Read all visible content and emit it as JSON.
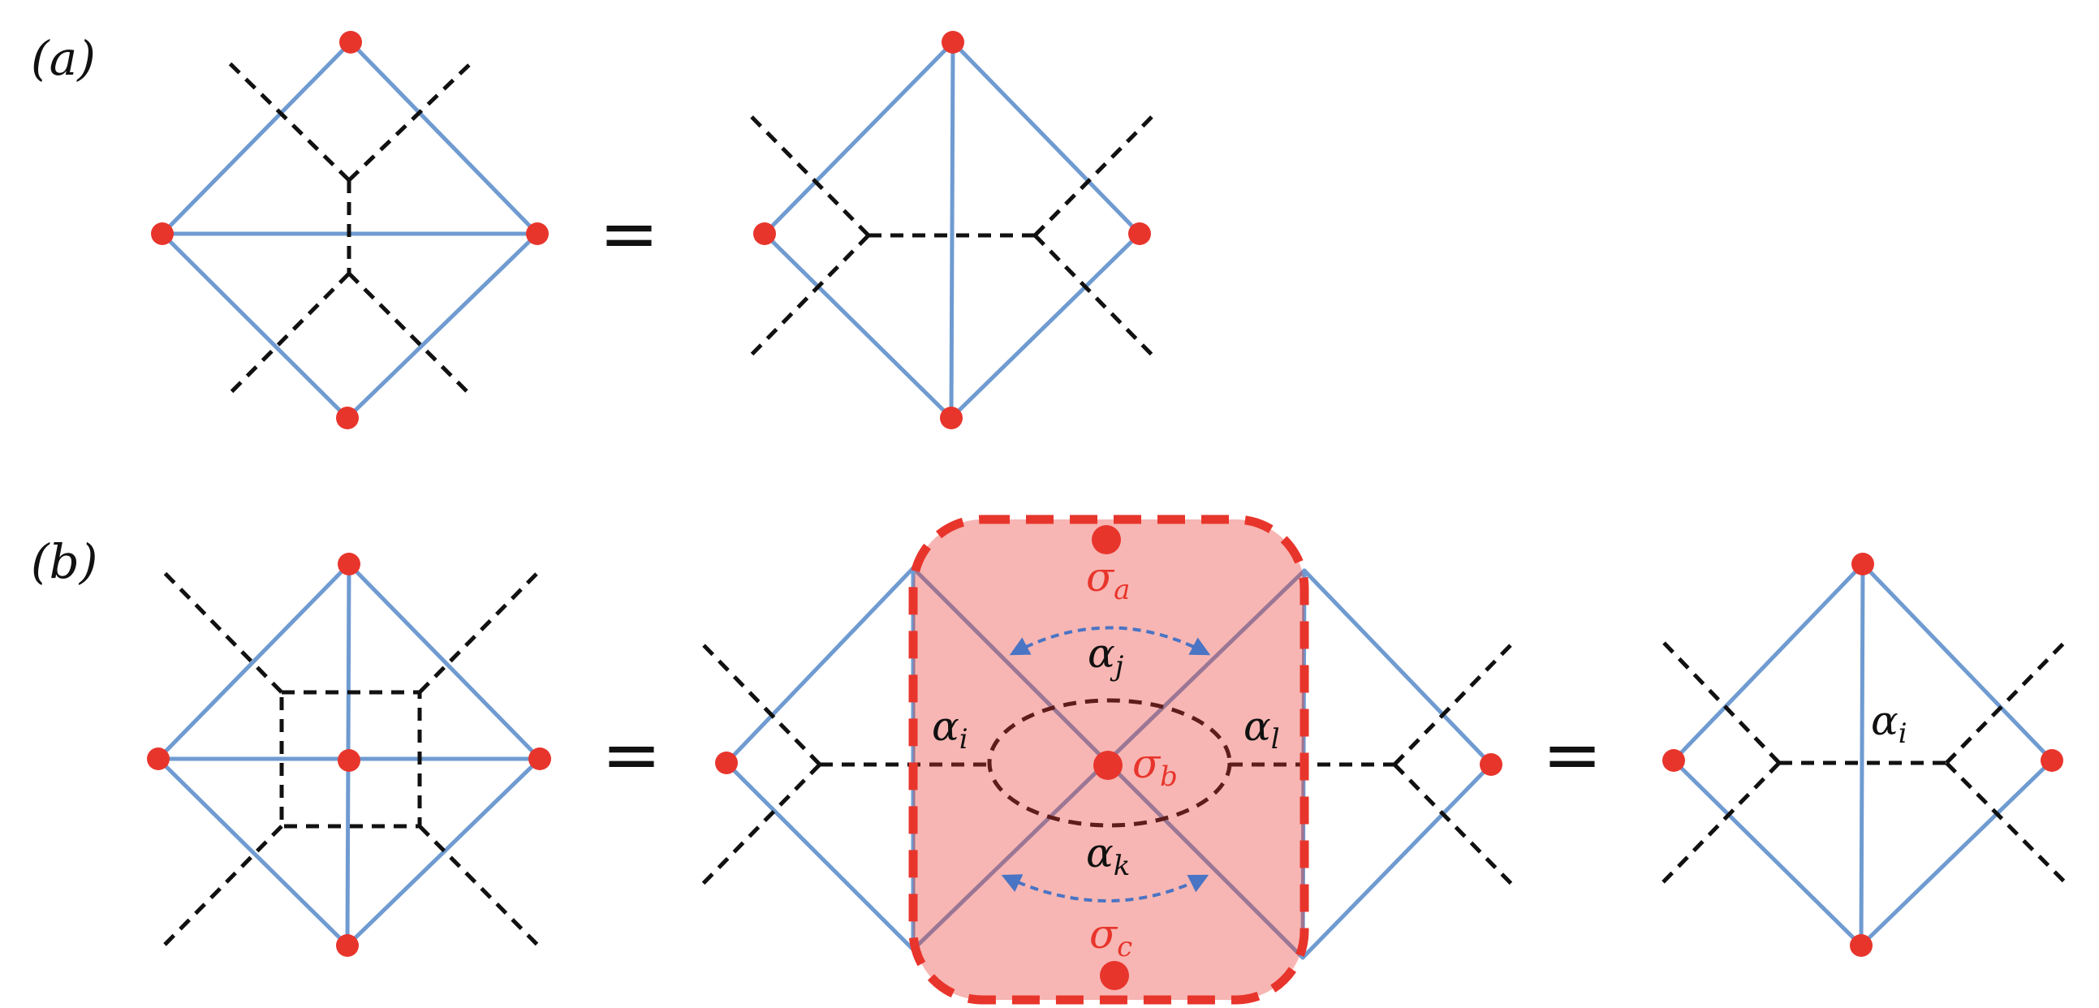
{
  "panels": {
    "a": {
      "label": "(a)"
    },
    "b": {
      "label": "(b)"
    }
  },
  "equals_sign": "=",
  "symbols": {
    "sigma_a": "σ",
    "sigma_a_sub": "a",
    "sigma_b": "σ",
    "sigma_b_sub": "b",
    "sigma_c": "σ",
    "sigma_c_sub": "c",
    "alpha_i": "α",
    "alpha_i_sub": "i",
    "alpha_j": "α",
    "alpha_j_sub": "j",
    "alpha_k": "α",
    "alpha_k_sub": "k",
    "alpha_l": "α",
    "alpha_l_sub": "l",
    "alpha_i_right": "α",
    "alpha_i_right_sub": "i"
  },
  "colors": {
    "edge": "#6f9bd1",
    "dual": "#111111",
    "vertex": "#e8352c",
    "highlight_fill": "#f4b4b1",
    "highlight_border": "#e8352c",
    "arrow": "#4a74c4"
  }
}
